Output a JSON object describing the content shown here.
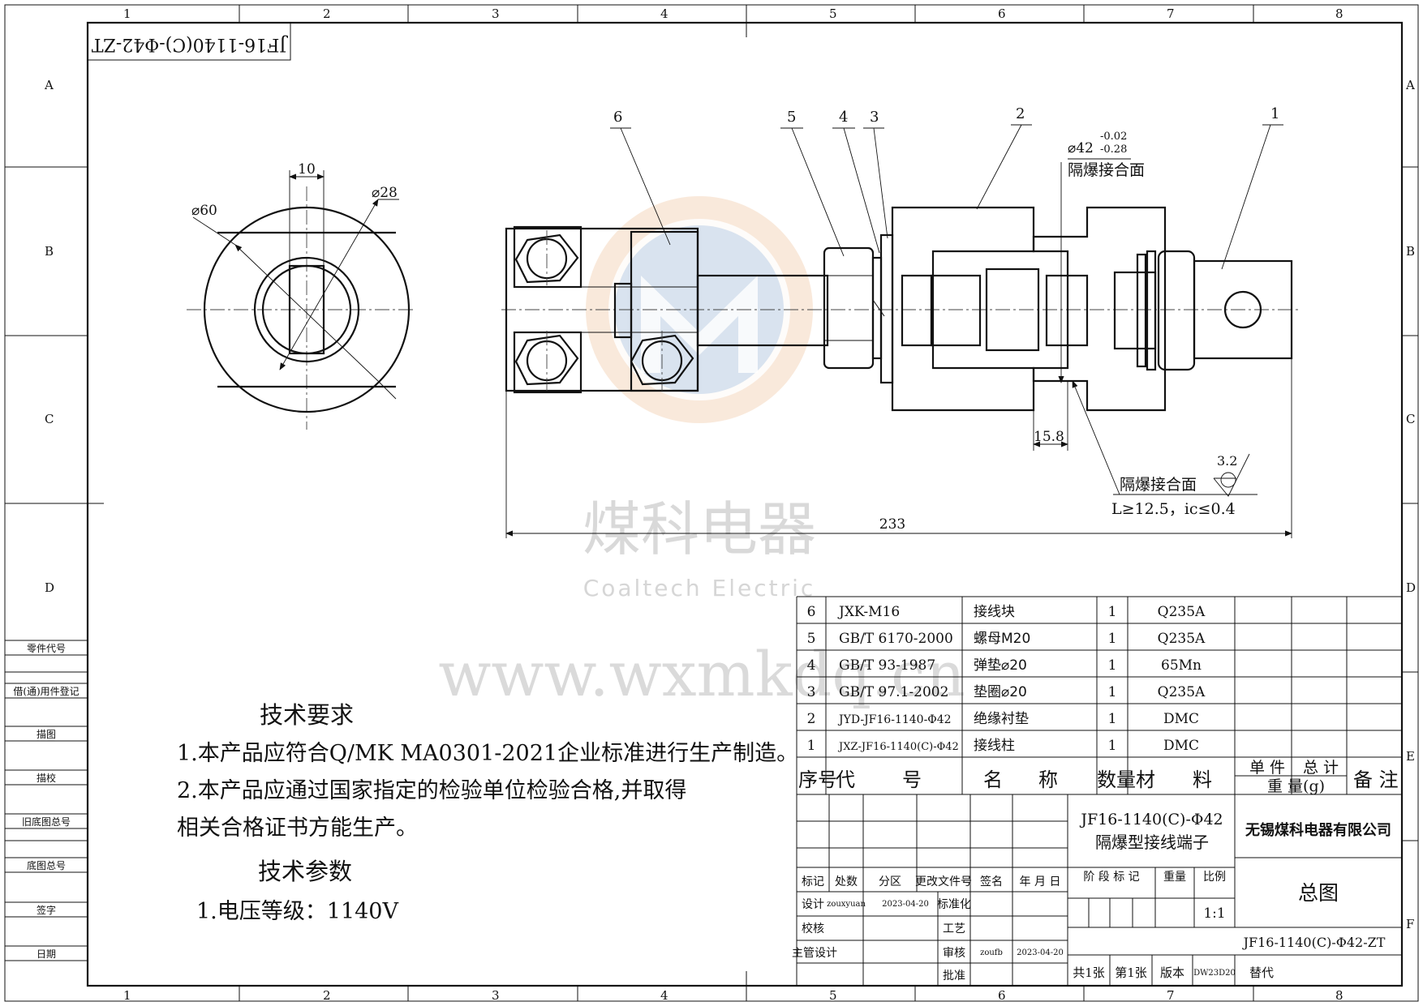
{
  "title_box_mirrored": "JF16-1140(C)-Φ42-ZT",
  "grid": {
    "cols": [
      "1",
      "2",
      "3",
      "4",
      "5",
      "6",
      "7",
      "8"
    ],
    "rows": [
      "A",
      "B",
      "C",
      "D",
      "E",
      "F"
    ]
  },
  "left_strip": [
    "零件代号",
    "借(通)用件登记",
    "描图",
    "描校",
    "旧底图总号",
    "底图总号",
    "签字",
    "日期"
  ],
  "views": {
    "side_dims": {
      "phi60": "⌀60",
      "width10": "10",
      "phi28": "⌀28"
    },
    "balloons": [
      "1",
      "2",
      "3",
      "4",
      "5",
      "6"
    ],
    "dim_phi42": "⌀42",
    "tol_upper": "-0.02",
    "tol_lower": "-0.28",
    "flame_joint_1": "隔爆接合面",
    "dim_15_8": "15.8",
    "roughness": "3.2",
    "flame_joint_2": "隔爆接合面",
    "joint_spec": "L≥12.5，ic≤0.4",
    "dim_233": "233"
  },
  "watermark": {
    "name_cn": "煤科电器",
    "name_en": "Coaltech Electric",
    "url": "www.wxmkdq.cn",
    "color_blue": "#b9cde6",
    "color_orange": "#f2cfb0"
  },
  "notes": {
    "tech_req_title": "技术要求",
    "req1": "1.本产品应符合Q/MK MA0301-2021企业标准进行生产制造。",
    "req2a": "2.本产品应通过国家指定的检验单位检验合格,并取得",
    "req2b": "相关合格证书方能生产。",
    "tech_param_title": "技术参数",
    "param1": "1.电压等级：1140V"
  },
  "bom": {
    "rows": [
      {
        "no": "6",
        "code": "JXK-M16",
        "name": "接线块",
        "qty": "1",
        "material": "Q235A"
      },
      {
        "no": "5",
        "code": "GB/T 6170-2000",
        "name": "螺母M20",
        "qty": "1",
        "material": "Q235A"
      },
      {
        "no": "4",
        "code": "GB/T 93-1987",
        "name": "弹垫⌀20",
        "qty": "1",
        "material": "65Mn"
      },
      {
        "no": "3",
        "code": "GB/T 97.1-2002",
        "name": "垫圈⌀20",
        "qty": "1",
        "material": "Q235A"
      },
      {
        "no": "2",
        "code": "JYD-JF16-1140-Φ42",
        "name": "绝缘衬垫",
        "qty": "1",
        "material": "DMC"
      },
      {
        "no": "1",
        "code": "JXZ-JF16-1140(C)-Φ42",
        "name": "接线柱",
        "qty": "1",
        "material": "DMC"
      }
    ],
    "header": {
      "no": "序号",
      "code_a": "代",
      "code_b": "号",
      "name_a": "名",
      "name_b": "称",
      "qty": "数量",
      "mat_a": "材",
      "mat_b": "料",
      "unit": "单 件",
      "total": "总 计",
      "weight": "重 量(g)",
      "remark": "备 注"
    }
  },
  "title_block": {
    "product_code": "JF16-1140(C)-Φ42",
    "product_name": "隔爆型接线端子",
    "company": "无锡煤科电器有限公司",
    "rev_headers": [
      "标记",
      "处数",
      "分区",
      "更改文件号",
      "签名",
      "年 月 日"
    ],
    "stage_mark": "阶 段 标 记",
    "weight": "重量",
    "scale": "比例",
    "scale_value": "1:1",
    "drawing_name": "总图",
    "drawing_no": "JF16-1140(C)-Φ42-ZT",
    "design": "设计",
    "designer": "zouxyuan",
    "design_date": "2023-04-20",
    "standardize": "标准化",
    "check": "校核",
    "process": "工艺",
    "chief_design": "主管设计",
    "review": "审核",
    "reviewer": "zoufb",
    "review_date": "2023-04-20",
    "approve": "批准",
    "sheets_total": "共1张",
    "sheet_no": "第1张",
    "version": "版本",
    "version_value": "DW23D20",
    "replace": "替代"
  }
}
